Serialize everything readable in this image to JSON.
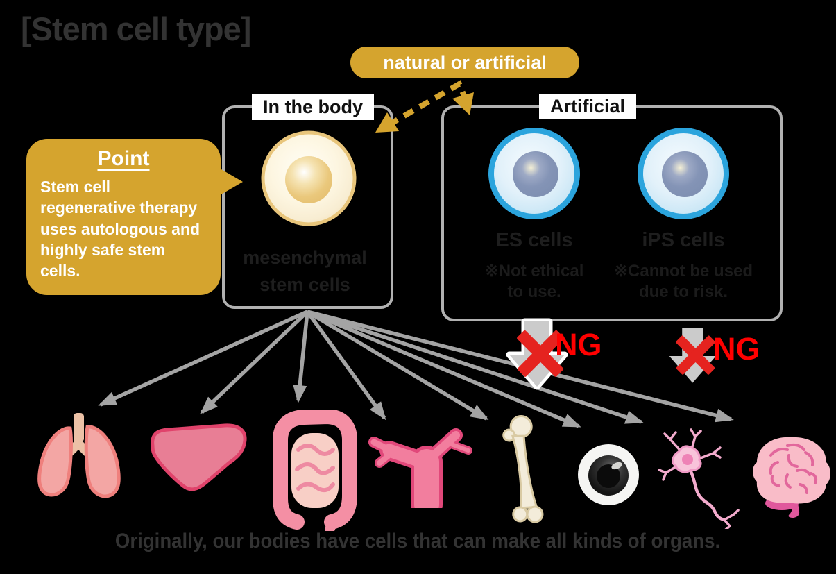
{
  "title": "[Stem cell type]",
  "badge": {
    "label": "natural or artificial"
  },
  "point": {
    "title": "Point",
    "body": "Stem cell regenerative therapy uses autologous and highly safe stem cells."
  },
  "in_body": {
    "label": "In the body",
    "cell_name_line1": "mesenchymal",
    "cell_name_line2": "stem cells"
  },
  "artificial": {
    "label": "Artificial",
    "es": {
      "name": "ES cells",
      "note_line1": "※Not ethical",
      "note_line2": "to use."
    },
    "ips": {
      "name": "iPS cells",
      "note_line1": "※Cannot be used",
      "note_line2": "due to risk."
    },
    "ng_label": "NG"
  },
  "organs": [
    {
      "name": "lungs"
    },
    {
      "name": "liver"
    },
    {
      "name": "intestines"
    },
    {
      "name": "blood-vessel"
    },
    {
      "name": "bone"
    },
    {
      "name": "eye"
    },
    {
      "name": "neuron"
    },
    {
      "name": "brain"
    }
  ],
  "caption": "Originally, our bodies have cells that can make all kinds of organs.",
  "colors": {
    "accent_gold": "#d5a42e",
    "ng_red": "#ff0000",
    "cross_red": "#e5231f",
    "arrow_gray": "#a4a4a4",
    "box_border_gray": "#b1b1b1"
  }
}
